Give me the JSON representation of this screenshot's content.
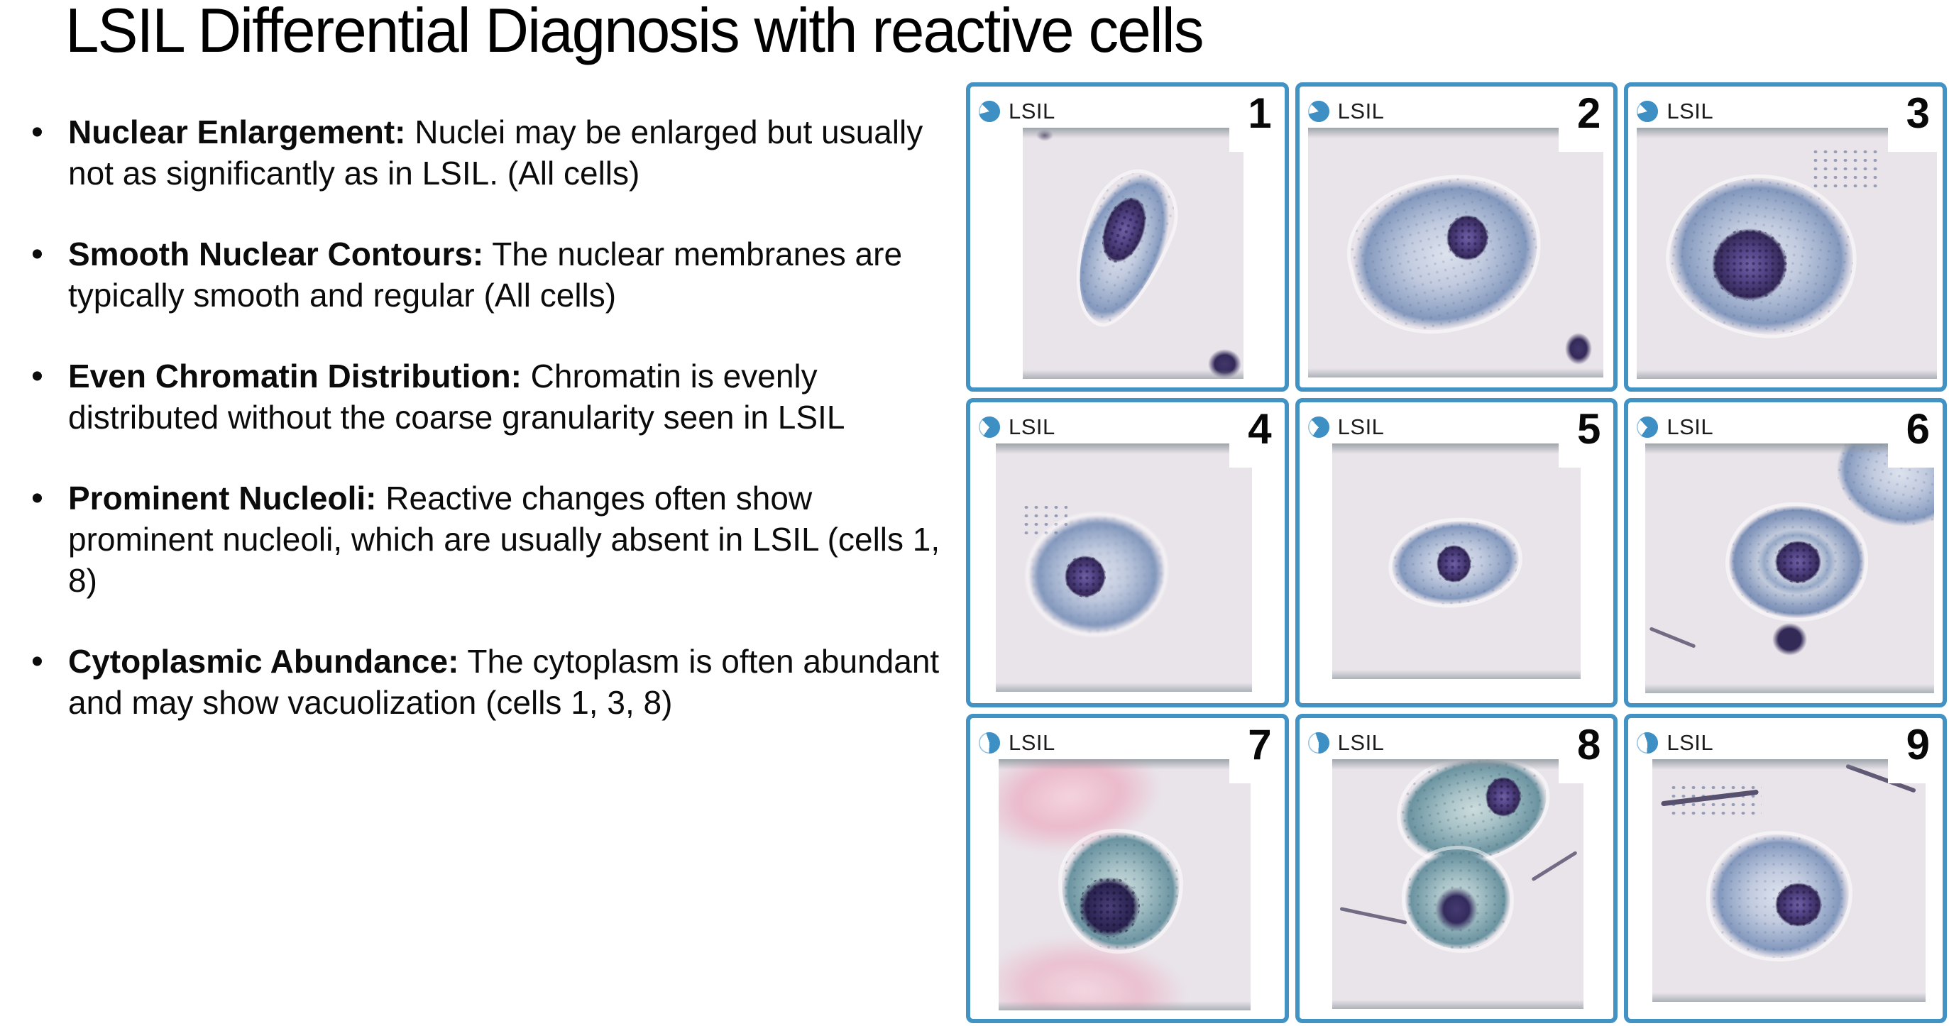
{
  "title": "LSIL Differential Diagnosis with reactive cells",
  "bullets": [
    {
      "lead": "Nuclear Enlargement:",
      "text": " Nuclei may be enlarged but usually not as significantly as in LSIL. (All cells)"
    },
    {
      "lead": "Smooth Nuclear Contours:",
      "text": " The nuclear membranes are typically smooth and regular (All cells)"
    },
    {
      "lead": "Even Chromatin Distribution:",
      "text": " Chromatin is evenly distributed without the coarse granularity seen in LSIL"
    },
    {
      "lead": "Prominent Nucleoli:",
      "text": " Reactive changes often show prominent nucleoli, which are usually absent in LSIL (cells 1, 8)"
    },
    {
      "lead": "Cytoplasmic Abundance:",
      "text": " The cytoplasm is often abundant and may show vacuolization (cells 1, 3, 8)"
    }
  ],
  "tiles": [
    {
      "number": "1",
      "label": "LSIL",
      "icon": "pie-chart-icon",
      "image_alt": "elongated spindle squamous cell with dense dark nucleus, dark debris at lower right"
    },
    {
      "number": "2",
      "label": "LSIL",
      "icon": "pie-chart-icon",
      "image_alt": "large oval squamous cell with round dark nucleus and small debris at lower right"
    },
    {
      "number": "3",
      "label": "LSIL",
      "icon": "pie-chart-icon",
      "image_alt": "round squamous cell with large dark nucleus, fine specks above"
    },
    {
      "number": "4",
      "label": "LSIL",
      "icon": "pie-chart-icon",
      "image_alt": "round cell with ragged edge and central dark nucleus"
    },
    {
      "number": "5",
      "label": "LSIL",
      "icon": "pie-chart-icon",
      "image_alt": "small oval cell with central dark nucleus"
    },
    {
      "number": "6",
      "label": "LSIL",
      "icon": "pie-chart-icon",
      "image_alt": "target-like cell with concentric rings, dark nucleus and small dark body below, second cell at upper right"
    },
    {
      "number": "7",
      "label": "LSIL",
      "icon": "pie-chart-icon",
      "image_alt": "teal cell with large dark nucleus between pink tissue fragments"
    },
    {
      "number": "8",
      "label": "LSIL",
      "icon": "pie-chart-icon",
      "image_alt": "cluster of teal cells with dark nuclei and stringy debris"
    },
    {
      "number": "9",
      "label": "LSIL",
      "icon": "pie-chart-icon",
      "image_alt": "round cell with dark nucleus, stringy dark debris above"
    }
  ],
  "colors": {
    "tile_border": "#4292c3",
    "icon_blue": "#3e8fc4",
    "photo_background": "#e9e4ea",
    "cytoplasm_blue": "#9cadcb",
    "cytoplasm_teal": "#7da2ad",
    "nucleus_purple": "#3f3268",
    "tissue_pink": "#ebb6c8",
    "text": "#0b0b0b"
  }
}
